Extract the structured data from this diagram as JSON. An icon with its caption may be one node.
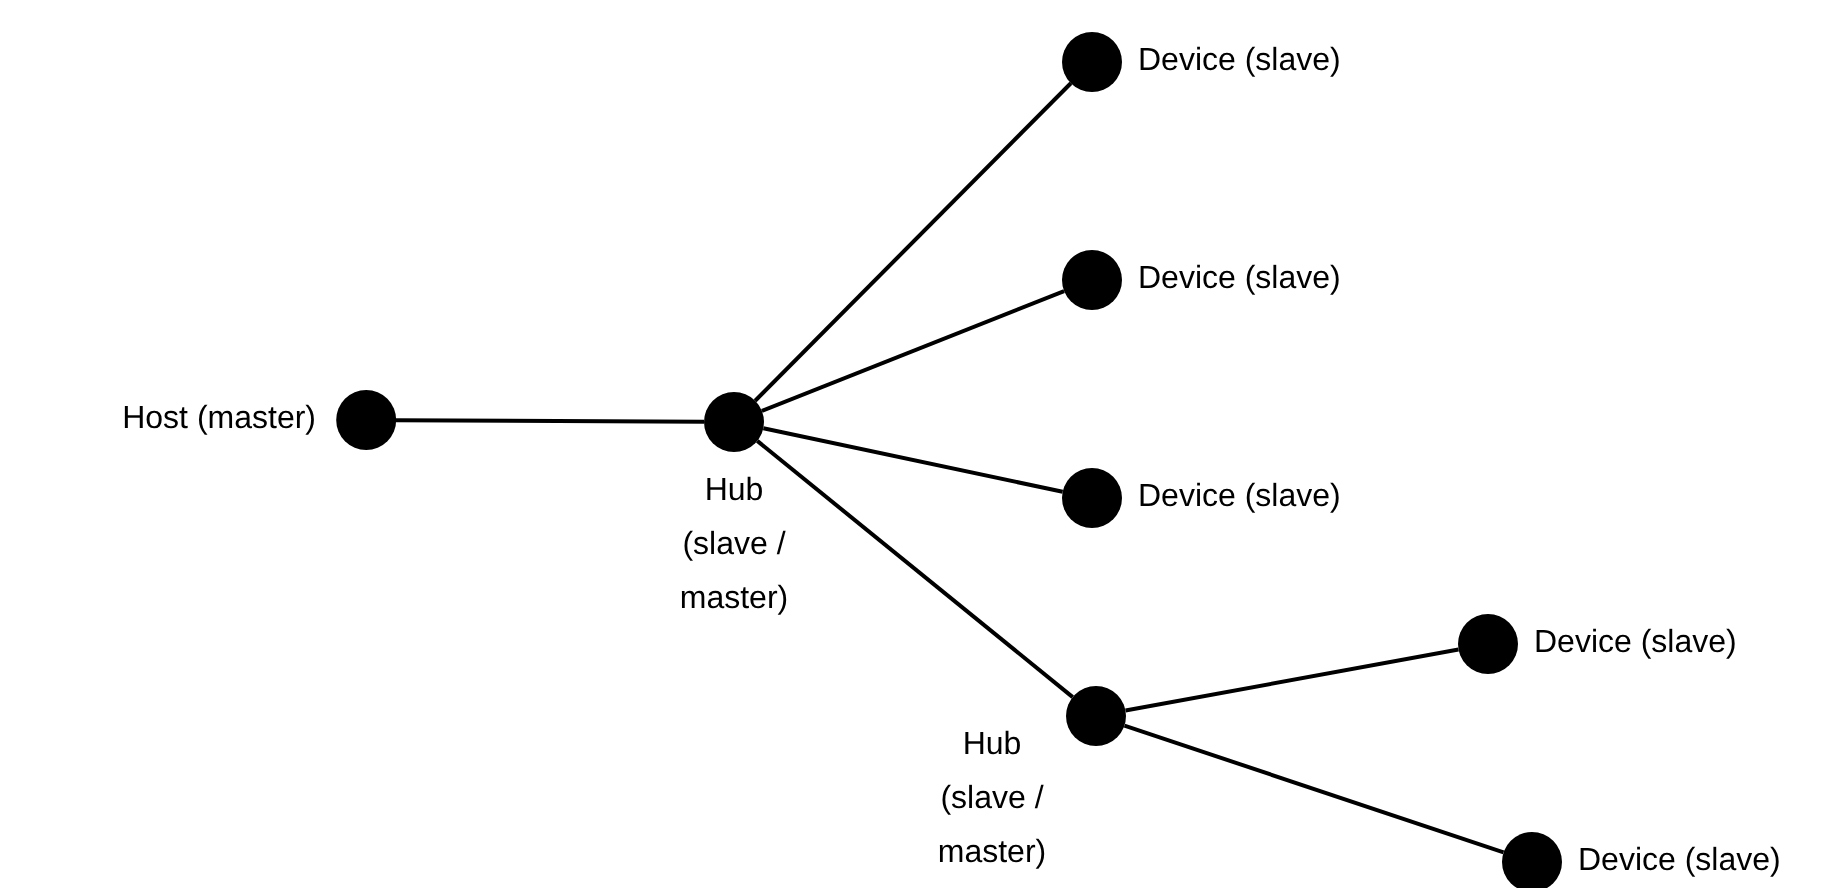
{
  "diagram": {
    "nodes": [
      {
        "text": [
          "Host (master)"
        ]
      },
      {
        "text": [
          "Hub (slave / master)"
        ]
      },
      {
        "text": [
          "Device (slave)"
        ]
      },
      {
        "text": [
          "Device (slave)"
        ]
      },
      {
        "text": [
          "Device (slave)"
        ]
      },
      {
        "text": [
          "Hub (slave / master)"
        ]
      },
      {
        "text": [
          "Device (slave)"
        ]
      },
      {
        "text": [
          "Device (slave)"
        ]
      }
    ],
    "edges": [
      {
        "from": 0,
        "to": 1,
        "arrow": "none"
      },
      {
        "from": 1,
        "to": 2,
        "arrow": "none"
      },
      {
        "from": 1,
        "to": 3,
        "arrow": "none"
      },
      {
        "from": 1,
        "to": 4,
        "arrow": "none"
      },
      {
        "from": 1,
        "to": 5,
        "arrow": "none"
      },
      {
        "from": 5,
        "to": 6,
        "arrow": "none"
      },
      {
        "from": 5,
        "to": 7,
        "arrow": "none"
      }
    ]
  }
}
